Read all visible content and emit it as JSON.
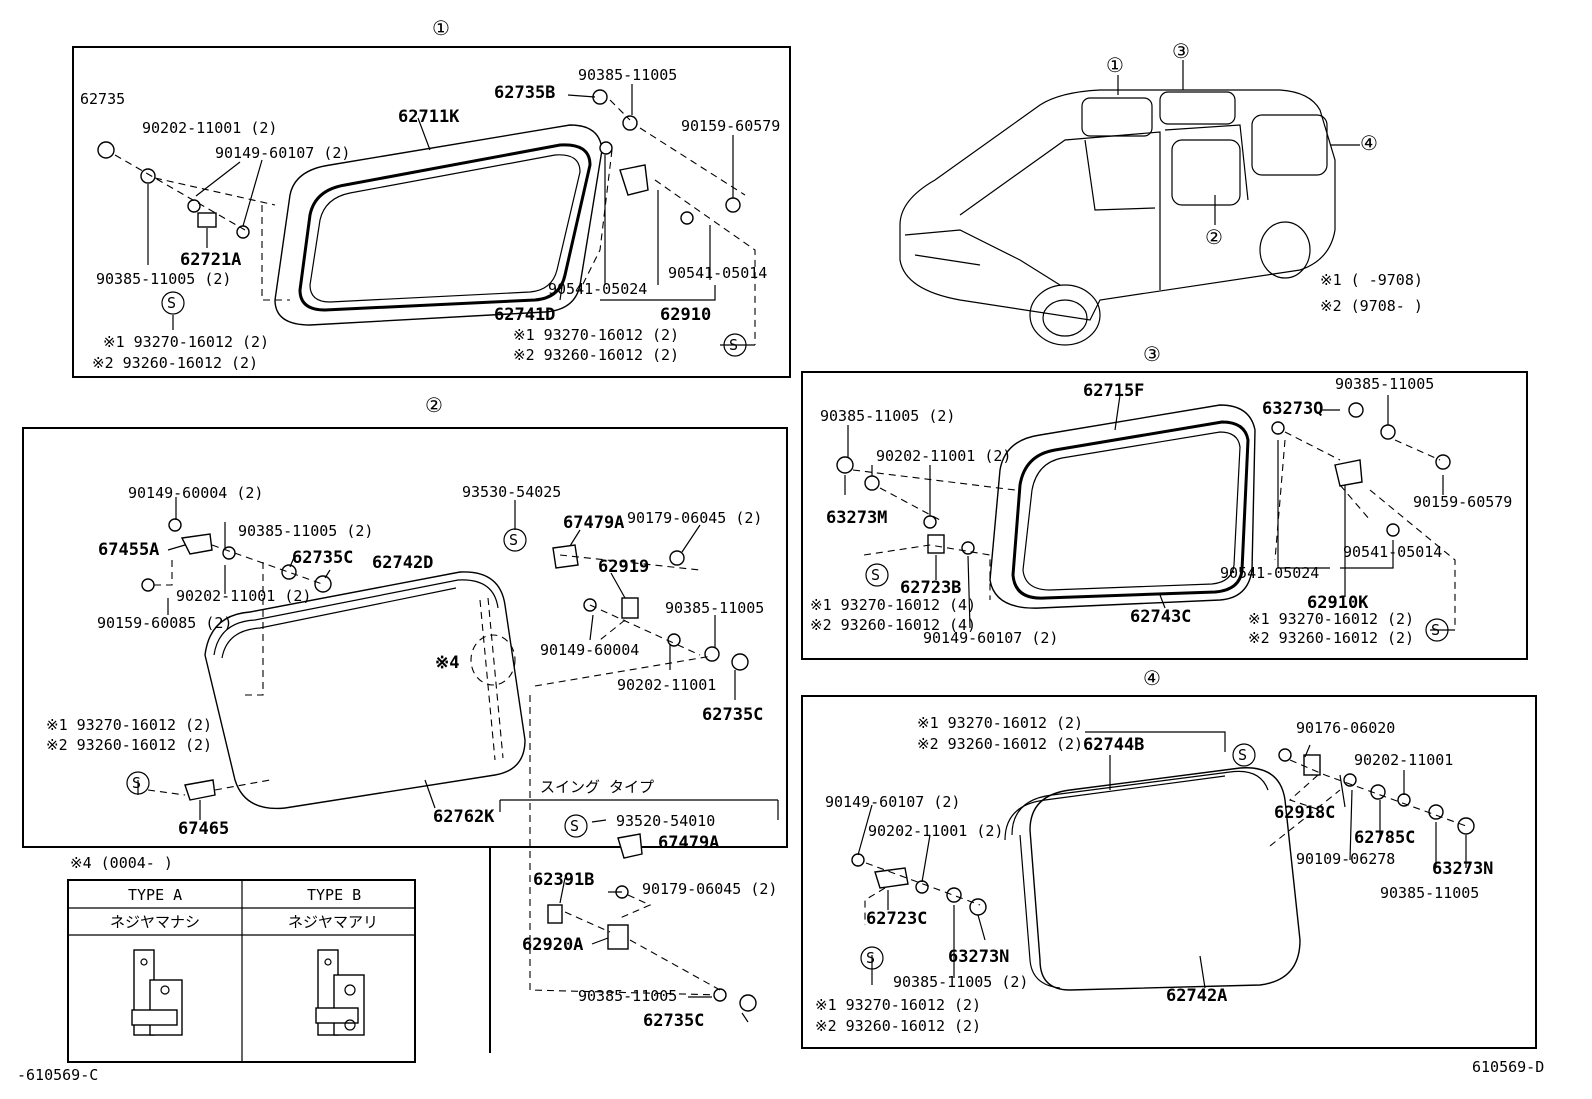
{
  "sections": {
    "s1": "①",
    "s2": "②",
    "s3": "③",
    "s4": "④"
  },
  "van": {
    "c1": "①",
    "c2": "②",
    "c3": "③",
    "c4": "④",
    "note1": "※1 (      -9708)",
    "note2": "※2 (9708-      )"
  },
  "box1": {
    "labels": [
      "62735",
      "90202-11001 (2)",
      "90149-60107 (2)",
      "62711K",
      "62735B",
      "90385-11005",
      "90159-60579",
      "62721A",
      "90385-11005 (2)",
      "90541-05024",
      "62910",
      "90541-05014",
      "62741D",
      "※1 93270-16012 (2)",
      "※2 93260-16012 (2)",
      "※1 93270-16012 (2)",
      "※2 93260-16012 (2)"
    ]
  },
  "box2": {
    "labels": [
      "90149-60004 (2)",
      "67455A",
      "90385-11005 (2)",
      "62735C",
      "62742D",
      "90159-60085 (2)",
      "90202-11001 (2)",
      "93530-54025",
      "67479A",
      "90179-06045 (2)",
      "62919",
      "90385-11005",
      "90149-60004",
      "※4",
      "90202-11001",
      "62735C",
      "※1 93270-16012 (2)",
      "※2 93260-16012 (2)",
      "67465",
      "62762K"
    ]
  },
  "swing": {
    "title": "スイング タイプ",
    "labels": [
      "93520-54010",
      "67479A",
      "62391B",
      "90179-06045 (2)",
      "62920A",
      "90385-11005",
      "62735C"
    ]
  },
  "typeTable": {
    "note": "※4 (0004-       )",
    "colA": "TYPE A",
    "colB": "TYPE B",
    "rowA": "ネジヤマナシ",
    "rowB": "ネジヤマアリ"
  },
  "box3": {
    "labels": [
      "62715F",
      "90385-11005",
      "90385-11005 (2)",
      "63273Q",
      "90202-11001 (2)",
      "63273M",
      "90159-60579",
      "90541-05024",
      "90541-05014",
      "62723B",
      "62910K",
      "62743C",
      "※1 93270-16012 (4)",
      "※2 93260-16012 (4)",
      "90149-60107 (2)",
      "※1 93270-16012 (2)",
      "※2 93260-16012 (2)"
    ]
  },
  "box4": {
    "labels": [
      "※1 93270-16012 (2)",
      "※2 93260-16012 (2)",
      "62744B",
      "90176-06020",
      "90202-11001",
      "90149-60107 (2)",
      "62918C",
      "90202-11001 (2)",
      "62785C",
      "90109-06278",
      "63273N",
      "90385-11005",
      "62723C",
      "63273N",
      "90385-11005 (2)",
      "62742A",
      "※1 93270-16012 (2)",
      "※2 93260-16012 (2)"
    ]
  },
  "footer": {
    "left": "-610569-C",
    "right": "610569-D"
  },
  "seal": "S"
}
